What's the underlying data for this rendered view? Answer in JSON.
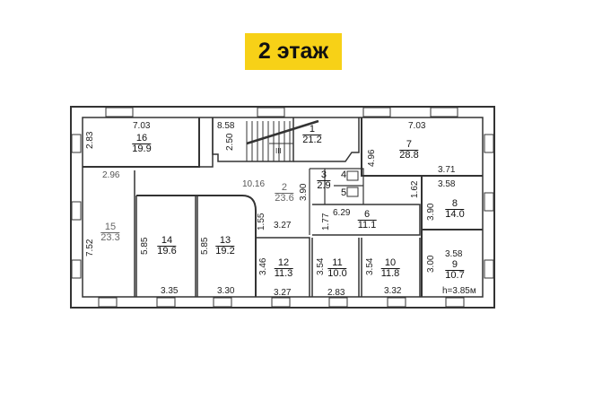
{
  "title": "2 этаж",
  "rooms": [
    {
      "number": "1",
      "area": "21.2"
    },
    {
      "number": "2",
      "area": "23.6"
    },
    {
      "number": "3",
      "area": "2.9"
    },
    {
      "number": "4",
      "area": ""
    },
    {
      "number": "5",
      "area": ""
    },
    {
      "number": "6",
      "area": "11.1"
    },
    {
      "number": "7",
      "area": "28.8"
    },
    {
      "number": "8",
      "area": "14.0"
    },
    {
      "number": "9",
      "area": "10.7"
    },
    {
      "number": "10",
      "area": "11.8"
    },
    {
      "number": "11",
      "area": "10.0"
    },
    {
      "number": "12",
      "area": "11.3"
    },
    {
      "number": "13",
      "area": "19.2"
    },
    {
      "number": "14",
      "area": "19.6"
    },
    {
      "number": "15",
      "area": "23.3"
    },
    {
      "number": "16",
      "area": "19.9"
    }
  ],
  "dimensions": {
    "d16w": "7.03",
    "d16h": "2.83",
    "stair_w": "8.58",
    "stair_h": "2.50",
    "stair_mark": "III",
    "d7w": "7.03",
    "d7h": "4.96",
    "d8top": "3.71",
    "d8w": "3.58",
    "d8h": "3.90",
    "d8b": "1.62",
    "corr_w": "10.16",
    "corr_h": "3.90",
    "d15w": "2.96",
    "d15h": "7.52",
    "d14h": "5.85",
    "d14w": "3.35",
    "d13h": "5.85",
    "d13w": "3.30",
    "d12top": "3.27",
    "d12side": "1.55",
    "d12h": "3.46",
    "d12w": "3.27",
    "d6w": "6.29",
    "d6h": "1.77",
    "d11h": "3.54",
    "d11w": "2.83",
    "d10h": "3.54",
    "d10w": "3.32",
    "d9w": "3.58",
    "d9h": "3.00",
    "height": "h=3.85м"
  }
}
